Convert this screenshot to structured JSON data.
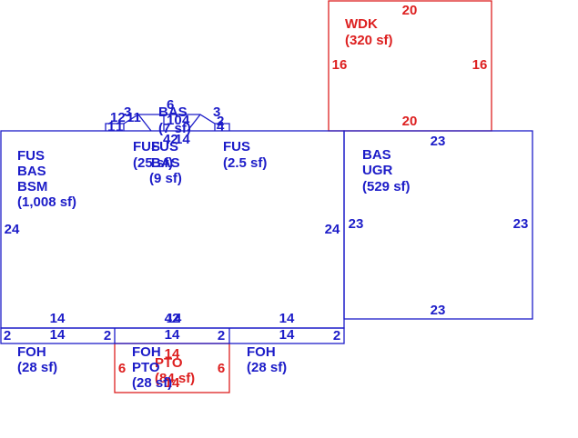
{
  "colors": {
    "blue": "#1c1cc8",
    "red": "#dd2020",
    "background": "#ffffff"
  },
  "areas": {
    "wdk": {
      "code": "WDK",
      "area": "(320 sf)"
    },
    "bas_ugr": {
      "code1": "BAS",
      "code2": "UGR",
      "area": "(529 sf)"
    },
    "main": {
      "code1": "FUS",
      "code2": "BAS",
      "code3": "BSM",
      "area": "(1,008 sf)"
    },
    "fus_mid": {
      "code": "FUS",
      "area": "(25 sf)"
    },
    "fus_bas_mid": {
      "code1": "FUS",
      "code2": "BAS",
      "area": "(9 sf)"
    },
    "fus_right": {
      "code": "FUS",
      "area": "(2.5 sf)"
    },
    "bas_top": {
      "code": "BAS",
      "area": "(7 sf)"
    },
    "foh_left": {
      "code": "FOH",
      "area": "(28 sf)"
    },
    "foh_center": {
      "code1": "FOH",
      "code2": "PTO",
      "area": "(28 sf)"
    },
    "foh_right": {
      "code": "FOH",
      "area": "(28 sf)"
    },
    "pto": {
      "code": "PTO",
      "area": "(84 sf)"
    }
  },
  "dimensions": {
    "wdk_top": "20",
    "wdk_bottom": "20",
    "wdk_left": "16",
    "wdk_right": "16",
    "ugr_top": "23",
    "ugr_bottom": "23",
    "ugr_left": "23",
    "ugr_right": "23",
    "main_left": "24",
    "main_right": "24",
    "main_bottom_left": "14",
    "main_bottom_center": "42",
    "main_bottom_right": "14",
    "main_bottom_center2": "14",
    "porch_left_top": "14",
    "porch_center_top": "14",
    "porch_right_top": "14",
    "porch_left_end": "2",
    "porch_left_mid": "2",
    "porch_center_right": "2",
    "porch_right_end": "2",
    "pto_top": "14",
    "pto_bottom": "14",
    "pto_left": "6",
    "pto_right": "6",
    "top_1": "1",
    "top_12": "12",
    "top_3a": "3",
    "top_1b": "1",
    "top_11": "11",
    "top_6": "6",
    "top_10": "10",
    "top_4a": "4",
    "top_3b": "3",
    "top_2": "2",
    "top_4b": "4",
    "top_42": "42",
    "top_14": "14"
  }
}
